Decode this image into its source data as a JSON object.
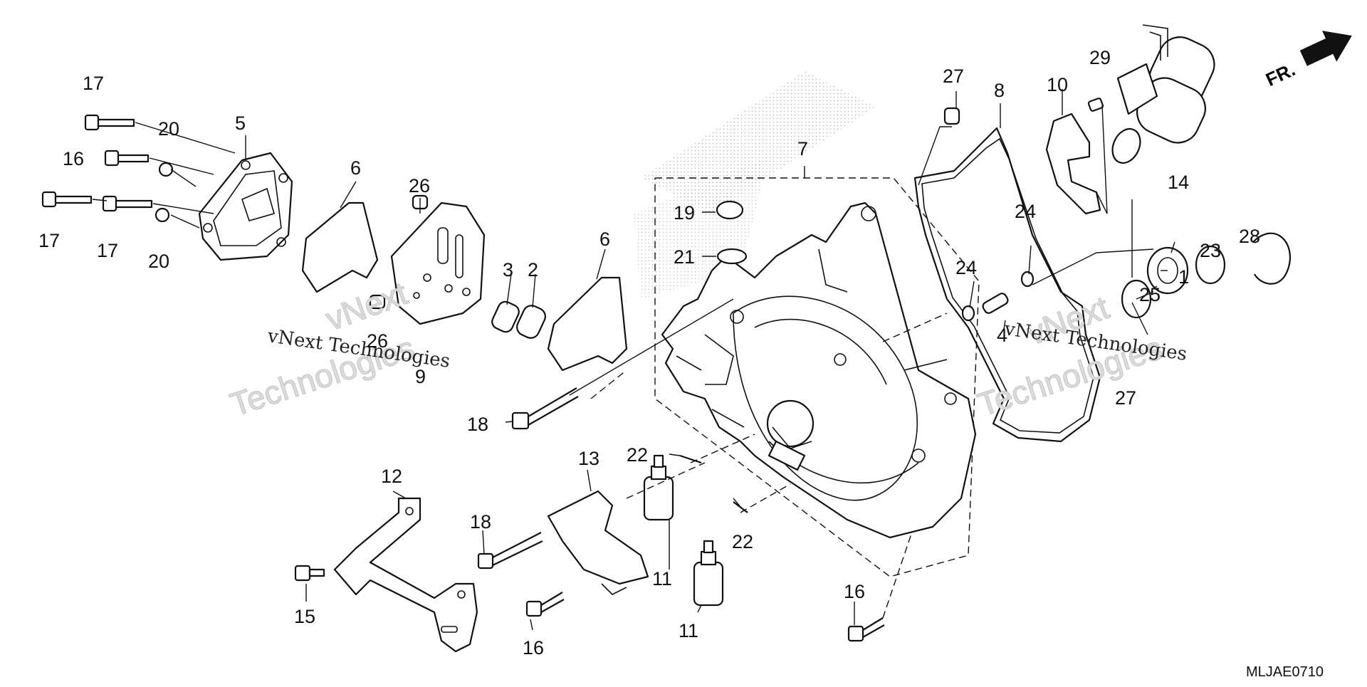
{
  "diagram": {
    "code": "MLJAE0710",
    "direction_label": "FR.",
    "watermark": [
      "vNext",
      "Technologies",
      "vNext Technologies"
    ],
    "callouts": [
      {
        "id": "c17a",
        "text": "17"
      },
      {
        "id": "c5",
        "text": "5"
      },
      {
        "id": "c20a",
        "text": "20"
      },
      {
        "id": "c16a",
        "text": "16"
      },
      {
        "id": "c17b",
        "text": "17"
      },
      {
        "id": "c17c",
        "text": "17"
      },
      {
        "id": "c20b",
        "text": "20"
      },
      {
        "id": "c6a",
        "text": "6"
      },
      {
        "id": "c26a",
        "text": "26"
      },
      {
        "id": "c26b",
        "text": "26"
      },
      {
        "id": "c9",
        "text": "9"
      },
      {
        "id": "c3",
        "text": "3"
      },
      {
        "id": "c2",
        "text": "2"
      },
      {
        "id": "c6b",
        "text": "6"
      },
      {
        "id": "c7",
        "text": "7"
      },
      {
        "id": "c19",
        "text": "19"
      },
      {
        "id": "c21",
        "text": "21"
      },
      {
        "id": "c27a",
        "text": "27"
      },
      {
        "id": "c8",
        "text": "8"
      },
      {
        "id": "c10",
        "text": "10"
      },
      {
        "id": "c29",
        "text": "29"
      },
      {
        "id": "c14",
        "text": "14"
      },
      {
        "id": "c24a",
        "text": "24"
      },
      {
        "id": "c24b",
        "text": "24"
      },
      {
        "id": "c23",
        "text": "23"
      },
      {
        "id": "c28",
        "text": "28"
      },
      {
        "id": "c25",
        "text": "25"
      },
      {
        "id": "c1",
        "text": "1"
      },
      {
        "id": "c4",
        "text": "4"
      },
      {
        "id": "c27b",
        "text": "27"
      },
      {
        "id": "c18a",
        "text": "18"
      },
      {
        "id": "c22a",
        "text": "22"
      },
      {
        "id": "c13",
        "text": "13"
      },
      {
        "id": "c12",
        "text": "12"
      },
      {
        "id": "c18b",
        "text": "18"
      },
      {
        "id": "c22b",
        "text": "22"
      },
      {
        "id": "c11a",
        "text": "11"
      },
      {
        "id": "c11b",
        "text": "11"
      },
      {
        "id": "c15",
        "text": "15"
      },
      {
        "id": "c16b",
        "text": "16"
      },
      {
        "id": "c16c",
        "text": "16"
      }
    ]
  }
}
